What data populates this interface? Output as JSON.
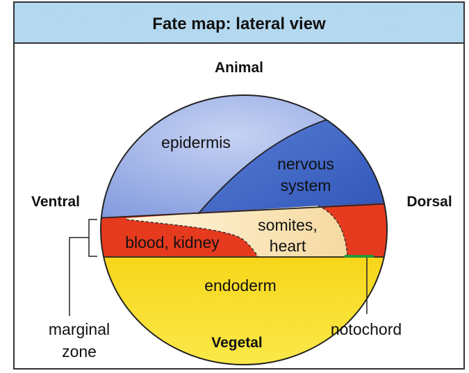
{
  "title": "Fate map: lateral view",
  "orientation": {
    "top": "Animal",
    "bottom": "Vegetal",
    "left": "Ventral",
    "right": "Dorsal"
  },
  "regions": {
    "epidermis": {
      "label": "epidermis",
      "color": "#8fa6e4"
    },
    "nervous_system": {
      "label_line1": "nervous",
      "label_line2": "system",
      "color": "#3b63c6"
    },
    "mesoderm_blood": {
      "label": "blood, kidney",
      "color": "#e8341c"
    },
    "mesoderm_somites": {
      "label_line1": "somites,",
      "label_line2": "heart",
      "color": "#fbe9c0"
    },
    "dorsal_mesoderm": {
      "color": "#e53a1e"
    },
    "endoderm": {
      "label": "endoderm",
      "color": "#f8e12a"
    }
  },
  "callouts": {
    "marginal_zone_line1": "marginal",
    "marginal_zone_line2": "zone",
    "notochord": "notochord",
    "notochord_color": "#1f9a3a"
  },
  "colors": {
    "header_bg": "#b8dcf2",
    "frame": "#333333"
  }
}
